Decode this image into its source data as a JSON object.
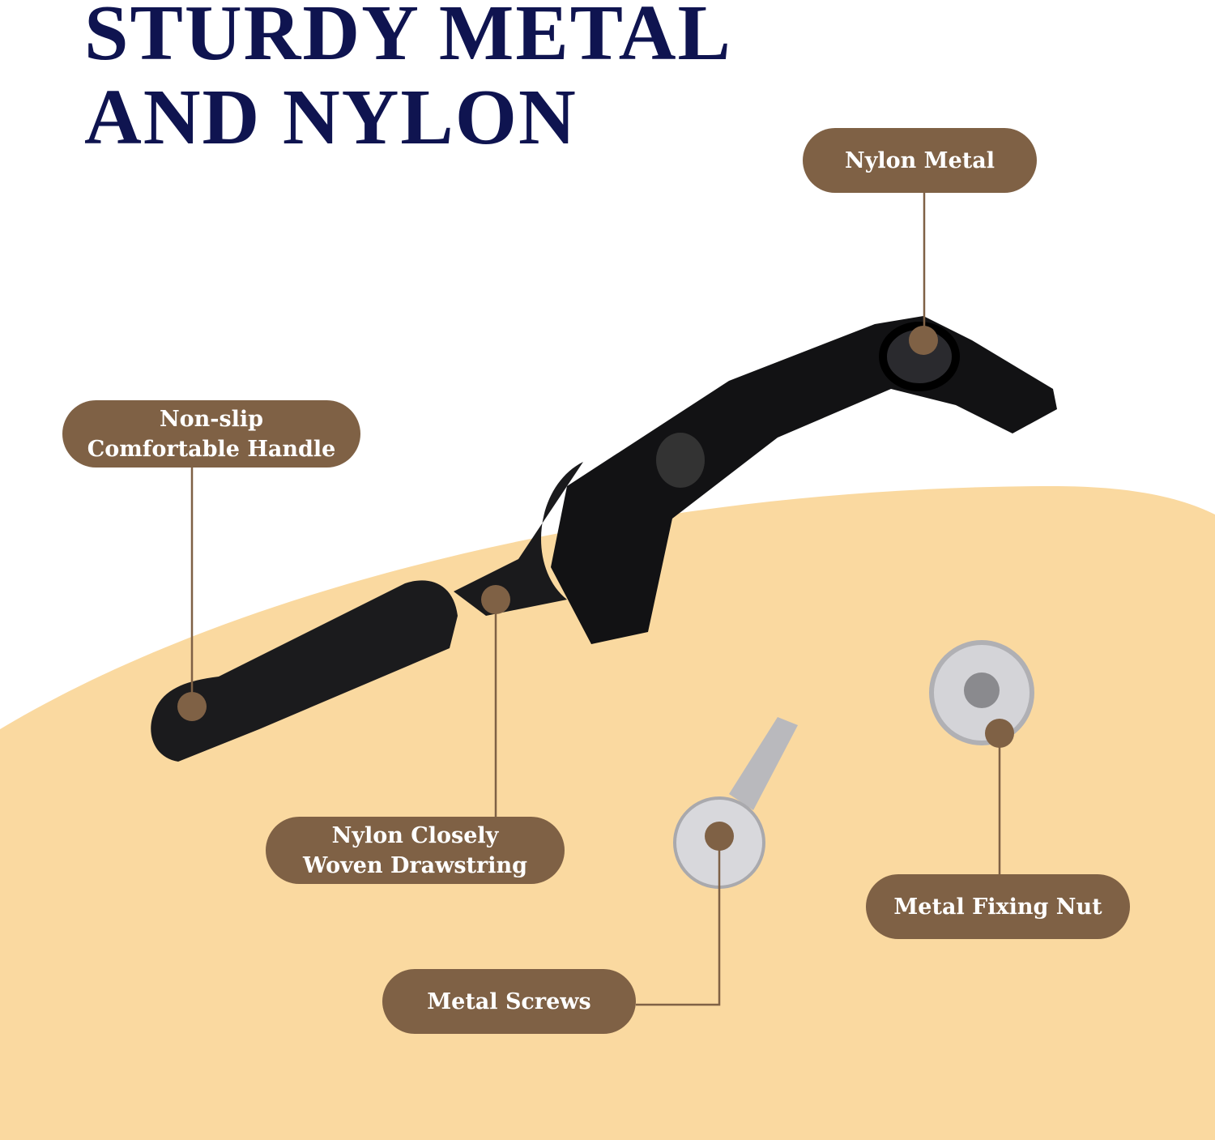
{
  "title": {
    "line1": "STURDY METAL",
    "line2": "AND NYLON"
  },
  "callouts": {
    "nylon_metal": "Nylon Metal",
    "handle": {
      "line1": "Non-slip",
      "line2": "Comfortable Handle"
    },
    "drawstring": {
      "line1": "Nylon Closely",
      "line2": "Woven Drawstring"
    },
    "screws": "Metal Screws",
    "nut": "Metal Fixing Nut"
  },
  "colors": {
    "title": "#0f1450",
    "callout": "#7f6145",
    "backdrop": "#fad9a0"
  }
}
